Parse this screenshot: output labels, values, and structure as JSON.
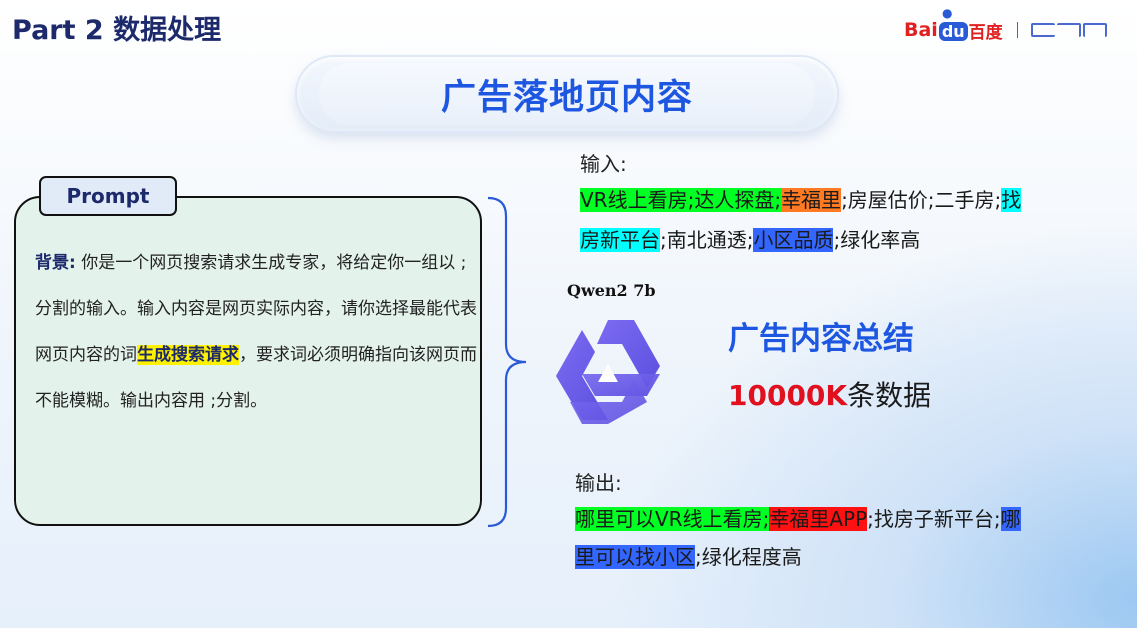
{
  "header": {
    "part_title": "Part 2  数据处理",
    "logos": {
      "baidu_latin_1": "Bai",
      "baidu_latin_2": "du",
      "baidu_cn": "百度",
      "partner": "ETR"
    }
  },
  "main_title": "广告落地页内容",
  "prompt": {
    "tab_label": "Prompt",
    "background_label": "背景:",
    "text_part1": "你是一个网页搜索请求生成专家，将给定你一组以 ;分割的输入。输入内容是网页实际内容，请你选择最能代表网页内容的词",
    "highlight": "生成搜索请求",
    "text_part2": "，要求词必须明确指向该网页而不能模糊。输出内容用 ;分割。"
  },
  "input": {
    "label": "输入:",
    "line1": [
      {
        "text": "VR线上看房;达人探盘;",
        "color": "green"
      },
      {
        "text": "幸福里",
        "color": "orange"
      },
      {
        "text": ";房屋估价;二手房;",
        "color": "none"
      },
      {
        "text": "找",
        "color": "cyan"
      }
    ],
    "line2": [
      {
        "text": "房新平台",
        "color": "cyan"
      },
      {
        "text": ";南北通透;",
        "color": "none"
      },
      {
        "text": "小区品质",
        "color": "blue"
      },
      {
        "text": ";绿化率高",
        "color": "none"
      }
    ]
  },
  "model": {
    "name": "Qwen2 7b",
    "icon": "qwen-logo-icon"
  },
  "summary": {
    "title": "广告内容总结",
    "count_value": "10000K",
    "count_suffix": "条数据"
  },
  "output": {
    "label": "输出:",
    "line1": [
      {
        "text": "哪里可以VR线上看房;",
        "color": "green"
      },
      {
        "text": "幸福里APP",
        "color": "red"
      },
      {
        "text": ";找房子新平台;",
        "color": "none"
      },
      {
        "text": "哪",
        "color": "blue"
      }
    ],
    "line2": [
      {
        "text": "里可以找小区",
        "color": "blue"
      },
      {
        "text": ";绿化程度高",
        "color": "none"
      }
    ]
  },
  "colors": {
    "accent_blue": "#1d56e0",
    "title_navy": "#1c2a6b",
    "highlight_yellow": "#fff200",
    "count_red": "#e0101e"
  }
}
